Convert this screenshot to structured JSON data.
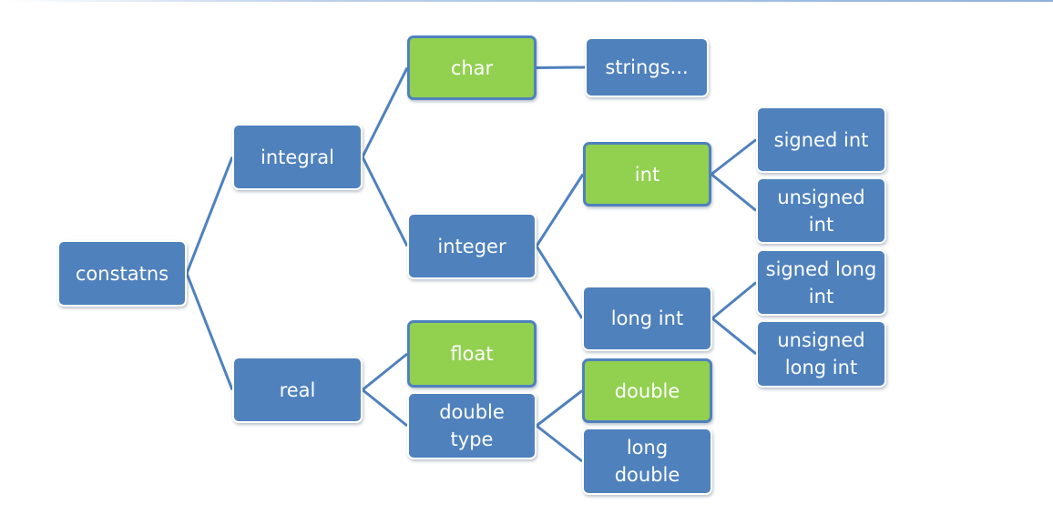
{
  "colors": {
    "node_blue": "#4f81bd",
    "node_green": "#92d050",
    "connector": "#4f81bd"
  },
  "nodes": {
    "constatns": "constatns",
    "integral": "integral",
    "real": "real",
    "char": "char",
    "strings": "strings...",
    "integer": "integer",
    "int": "int",
    "long_int": "long int",
    "signed_int": "signed int",
    "unsigned_int": "unsigned\nint",
    "signed_long_int": "signed long\nint",
    "unsigned_long_int": "unsigned\nlong int",
    "float": "float",
    "double_type": "double\ntype",
    "double": "double",
    "long_double": "long\ndouble"
  },
  "edges": [
    [
      "constatns",
      "integral"
    ],
    [
      "constatns",
      "real"
    ],
    [
      "integral",
      "char"
    ],
    [
      "integral",
      "integer"
    ],
    [
      "char",
      "strings"
    ],
    [
      "integer",
      "int"
    ],
    [
      "integer",
      "long_int"
    ],
    [
      "int",
      "signed_int"
    ],
    [
      "int",
      "unsigned_int"
    ],
    [
      "long_int",
      "signed_long_int"
    ],
    [
      "long_int",
      "unsigned_long_int"
    ],
    [
      "real",
      "float"
    ],
    [
      "real",
      "double_type"
    ],
    [
      "double_type",
      "double"
    ],
    [
      "double_type",
      "long_double"
    ]
  ]
}
